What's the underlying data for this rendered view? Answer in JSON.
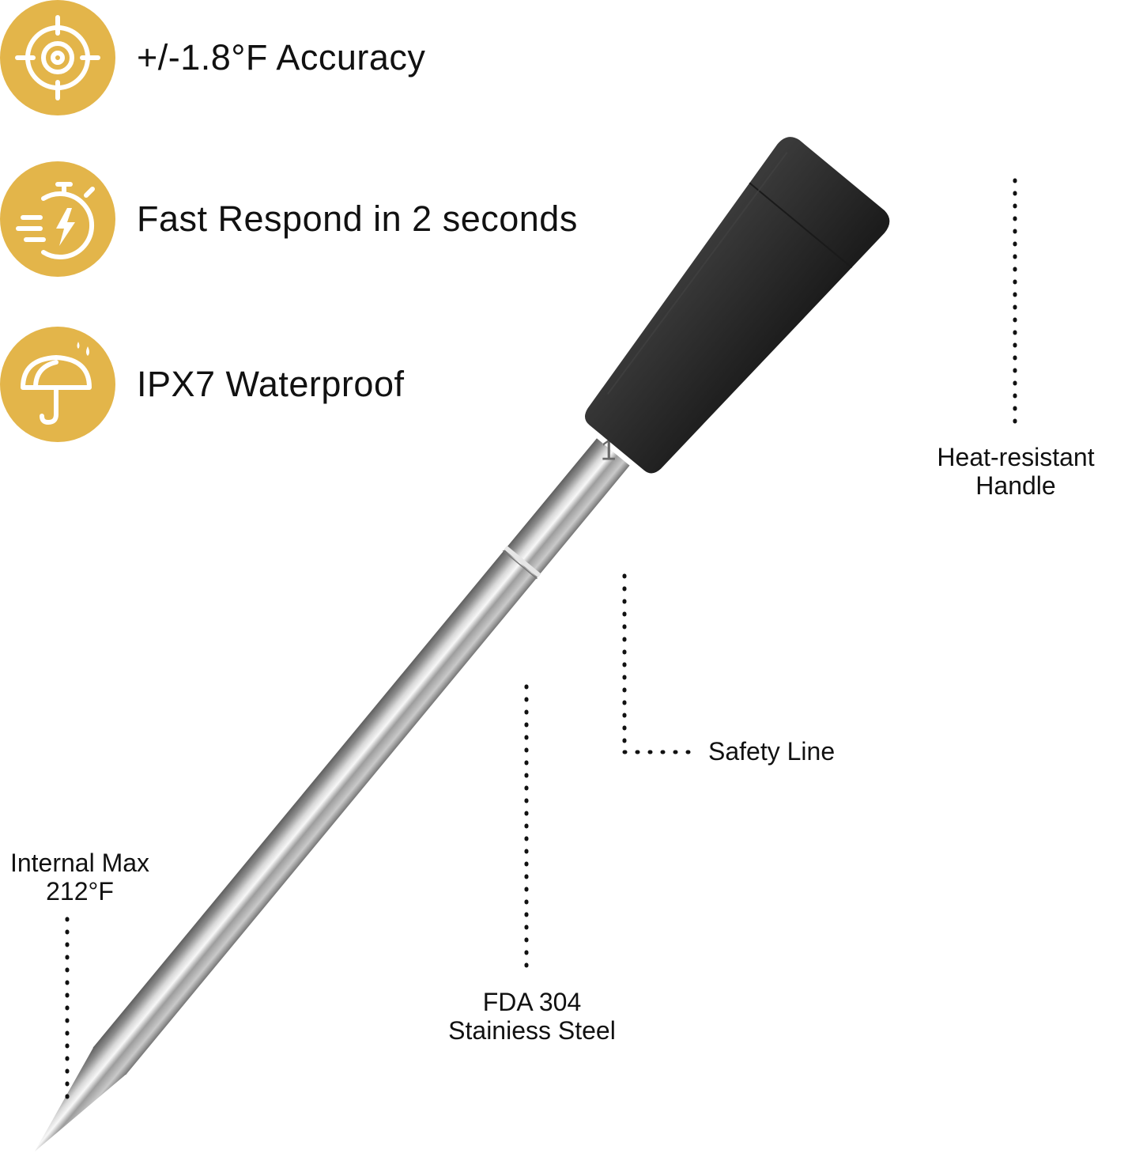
{
  "features": [
    {
      "text": "+/-1.8°F Accuracy",
      "icon": "target-icon"
    },
    {
      "text": "Fast Respond in 2 seconds",
      "icon": "stopwatch-lightning-icon"
    },
    {
      "text": "IPX7 Waterproof",
      "icon": "umbrella-icon"
    }
  ],
  "callouts": {
    "handle": {
      "line1": "Heat-resistant",
      "line2": "Handle"
    },
    "safety": {
      "line1": "Safety Line"
    },
    "steel": {
      "line1": "FDA 304",
      "line2": "Stainiess Steel"
    },
    "tip": {
      "line1": "Internal Max",
      "line2": "212°F"
    }
  },
  "probe_marking": "1",
  "colors": {
    "badge": "#e3b54a",
    "handle": "#2a2a2a",
    "steel": "#9a9a9a",
    "text": "#111111"
  }
}
